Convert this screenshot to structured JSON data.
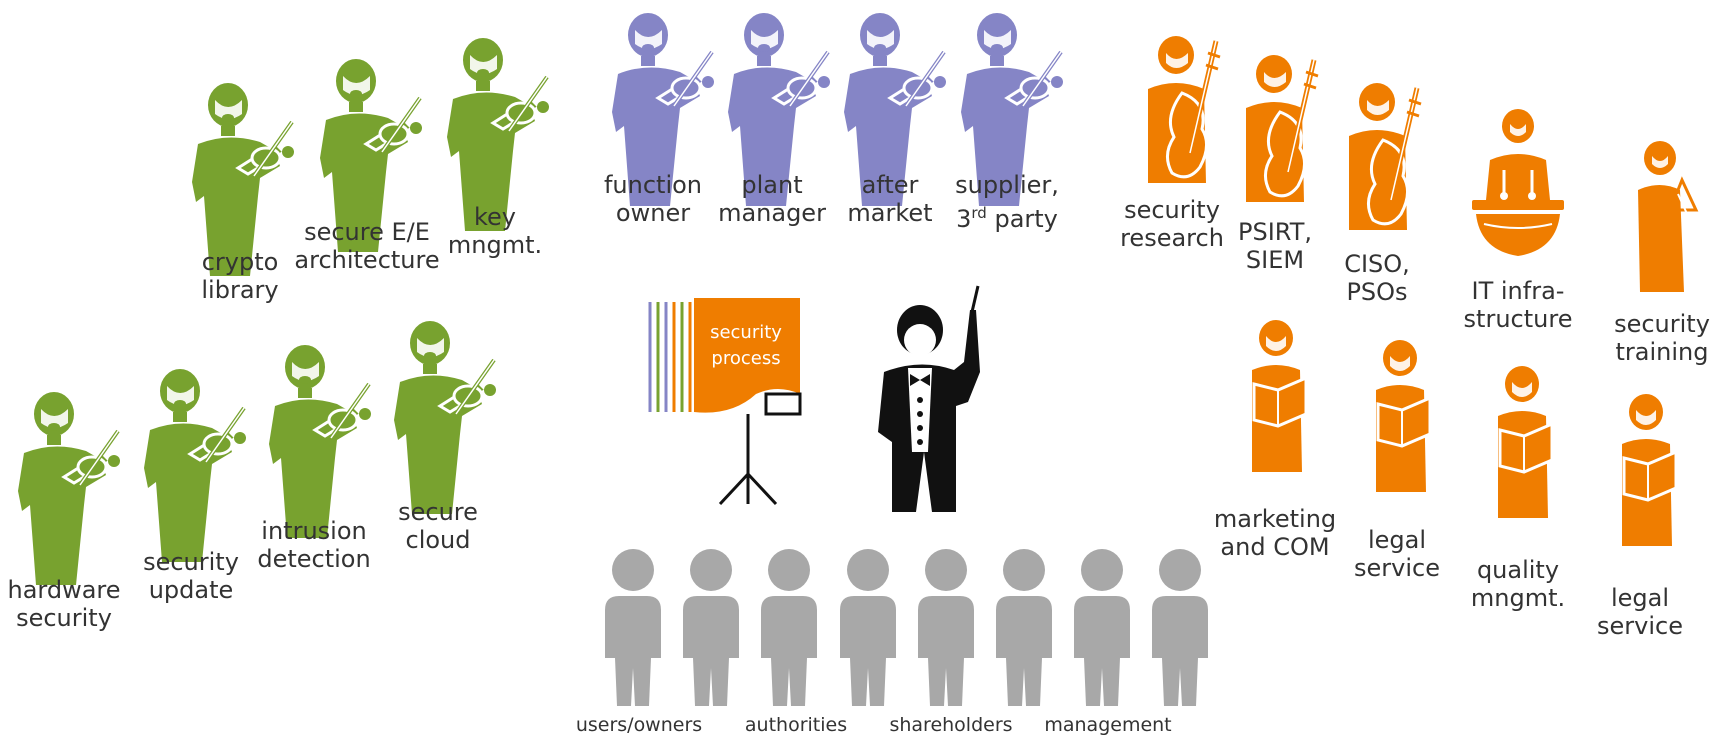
{
  "colors": {
    "violin": "#78a22f",
    "strings": "#8585c6",
    "orange": "#ef7d00",
    "conductor": "#111111",
    "audience": "#a8a8a8",
    "text": "#333333"
  },
  "violins_green": [
    {
      "lines": [
        "crypto",
        "library"
      ]
    },
    {
      "lines": [
        "secure E/E",
        "architecture"
      ]
    },
    {
      "lines": [
        "key",
        "mngmt."
      ]
    },
    {
      "lines": [
        "hardware",
        "security"
      ]
    },
    {
      "lines": [
        "security",
        "update"
      ]
    },
    {
      "lines": [
        "intrusion",
        "detection"
      ]
    },
    {
      "lines": [
        "secure",
        "cloud"
      ]
    }
  ],
  "violins_purple": [
    {
      "lines": [
        "function",
        "owner"
      ]
    },
    {
      "lines": [
        "plant",
        "manager"
      ]
    },
    {
      "lines": [
        "after",
        "market"
      ]
    },
    {
      "lines": [
        "supplier,",
        "3rd party"
      ]
    }
  ],
  "cellos": [
    {
      "lines": [
        "security",
        "research"
      ]
    },
    {
      "lines": [
        "PSIRT,",
        "SIEM"
      ]
    },
    {
      "lines": [
        "CISO,",
        "PSOs"
      ]
    }
  ],
  "percussion": [
    {
      "icon": "timpani-icon",
      "lines": [
        "IT infra-",
        "structure"
      ]
    },
    {
      "icon": "triangle-icon",
      "lines": [
        "security",
        "training"
      ]
    }
  ],
  "choir": [
    {
      "lines": [
        "marketing",
        "and COM"
      ]
    },
    {
      "lines": [
        "legal",
        "service"
      ]
    },
    {
      "lines": [
        "quality",
        "mngmt."
      ]
    },
    {
      "lines": [
        "legal",
        "service"
      ]
    }
  ],
  "score": {
    "line1": "security",
    "line2": "process"
  },
  "audience_labels": [
    "users/owners",
    "authorities",
    "shareholders",
    "management"
  ]
}
